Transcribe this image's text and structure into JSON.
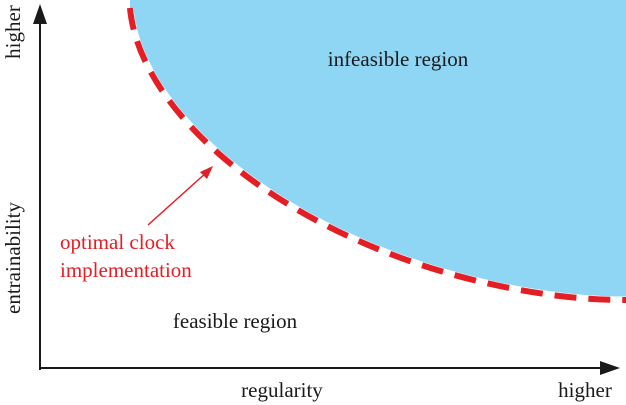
{
  "labels": {
    "infeasible_region": "infeasible region",
    "feasible_region": "feasible region",
    "annotation_line1": "optimal clock",
    "annotation_line2": "implementation",
    "x_axis_label": "regularity",
    "x_axis_end": "higher",
    "y_axis_label": "entrainability",
    "y_axis_end": "higher"
  },
  "colors": {
    "infeasible_fill": "#8fd6f4",
    "frontier_stroke": "#e31e24",
    "annotation_text": "#e31e24",
    "axis": "#1a1a1a",
    "text": "#1a1a1a"
  }
}
